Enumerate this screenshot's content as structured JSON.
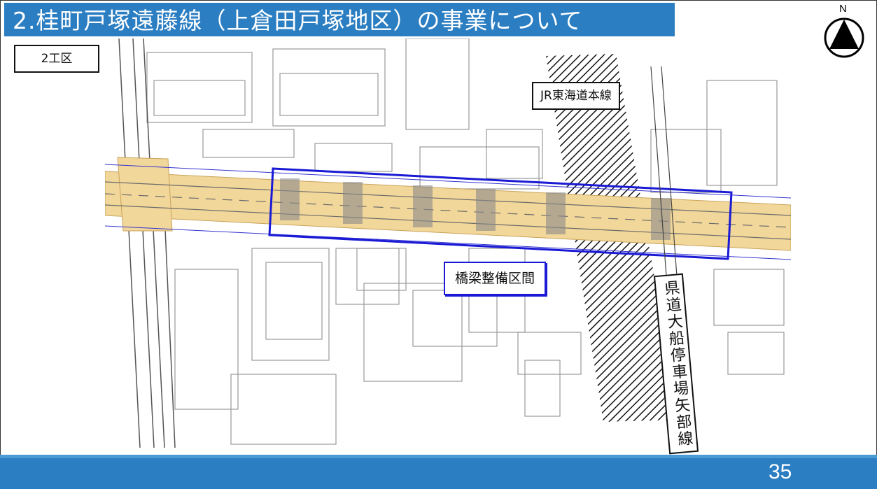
{
  "slide": {
    "title": "2.桂町戸塚遠藤線（上倉田戸塚地区）の事業について",
    "page_number": "35"
  },
  "compass": {
    "label": "N"
  },
  "labels": {
    "work_zone": "2工区",
    "railway": "JR東海道本線",
    "bridge_section": "橋梁整備区間",
    "prefectural_road": "県道大船停車場矢部線"
  },
  "colors": {
    "title_bar": "#2b7ec2",
    "road_highlight": "#f2d79a",
    "bridge_outline": "#1a1ad6"
  }
}
